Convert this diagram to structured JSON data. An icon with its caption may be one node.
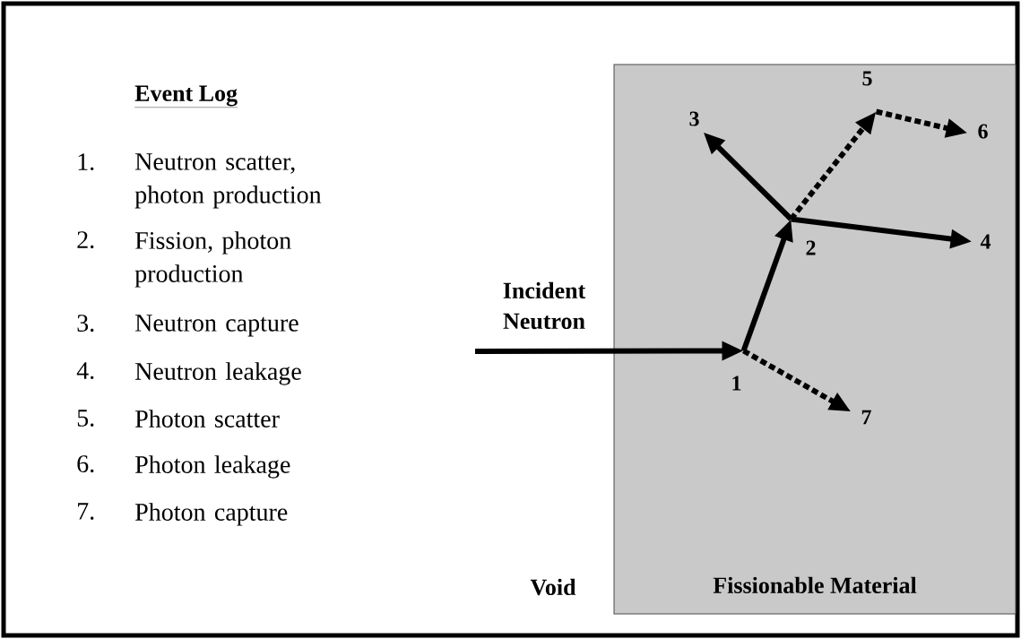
{
  "diagram": {
    "nodes": [
      {
        "text": [
          "Fissionable Material"
        ]
      },
      {
        "text": [
          "1"
        ],
        "in": 0
      },
      {
        "text": [
          "2"
        ],
        "in": 0
      },
      {
        "text": [
          "3"
        ],
        "in": 0
      },
      {
        "text": [
          "4"
        ],
        "in": 0
      },
      {
        "text": [
          "5"
        ],
        "in": 0
      },
      {
        "text": [
          "6"
        ],
        "in": 0
      },
      {
        "text": [
          "7"
        ],
        "in": 0
      }
    ],
    "edges": [
      {
        "from": null,
        "to": 1,
        "arrow": "to",
        "label": "Incident Neutron"
      },
      {
        "from": 1,
        "to": 2,
        "arrow": "to"
      },
      {
        "from": 2,
        "to": 3,
        "arrow": "to"
      },
      {
        "from": 2,
        "to": 5,
        "arrow": "to",
        "style": "dashed"
      },
      {
        "from": 5,
        "to": 6,
        "arrow": "to",
        "style": "dashed"
      },
      {
        "from": 2,
        "to": 4,
        "arrow": "to"
      },
      {
        "from": 1,
        "to": 7,
        "arrow": "to",
        "style": "dashed"
      }
    ],
    "labels": [
      "Event Log",
      "1.",
      "Neutron scatter, photon production",
      "2.",
      "Fission, photon production",
      "3.",
      "Neutron capture",
      "4.",
      "Neutron leakage",
      "5.",
      "Photon scatter",
      "6.",
      "Photon leakage",
      "7.",
      "Photon capture",
      "Void"
    ]
  }
}
